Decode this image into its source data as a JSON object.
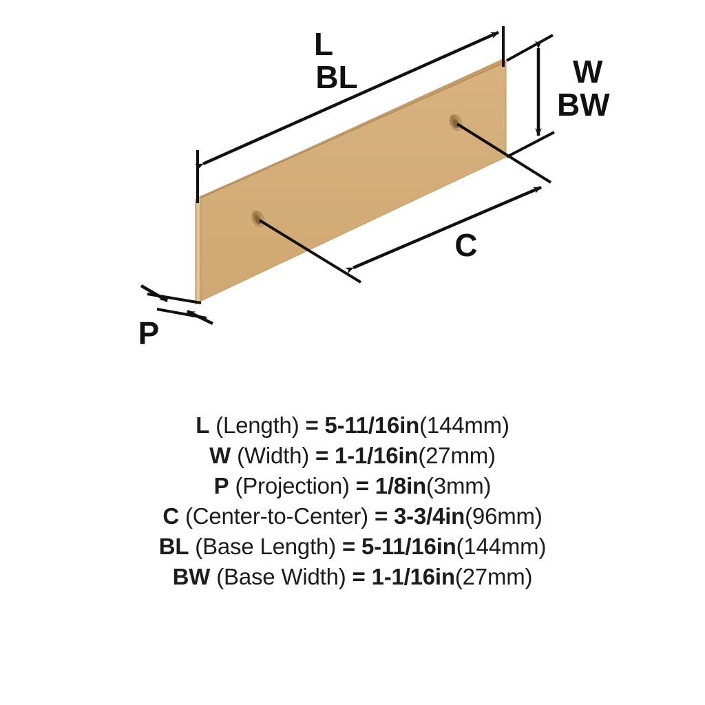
{
  "diagram": {
    "title": "Cabinet pull backplate dimension diagram",
    "part_color_face": "#d3ac78",
    "part_color_edge_light": "#e3c79b",
    "part_color_edge_dark": "#bd9760",
    "line_color": "#111111",
    "background": "#ffffff",
    "callouts": [
      {
        "id": "L",
        "label": "L",
        "name": "length-callout"
      },
      {
        "id": "BL",
        "label": "BL",
        "name": "base-length-callout"
      },
      {
        "id": "W",
        "label": "W",
        "name": "width-callout"
      },
      {
        "id": "BW",
        "label": "BW",
        "name": "base-width-callout"
      },
      {
        "id": "C",
        "label": "C",
        "name": "center-to-center-callout"
      },
      {
        "id": "P",
        "label": "P",
        "name": "projection-callout"
      }
    ]
  },
  "legend": {
    "rows": [
      {
        "code": "L",
        "name": "(Length)",
        "eq": "=",
        "value": "5-11/16in",
        "metric": "(144mm)"
      },
      {
        "code": "W",
        "name": "(Width)",
        "eq": "=",
        "value": "1-1/16in",
        "metric": "(27mm)"
      },
      {
        "code": "P",
        "name": "(Projection)",
        "eq": "=",
        "value": "1/8in",
        "metric": "(3mm)"
      },
      {
        "code": "C",
        "name": "(Center-to-Center)",
        "eq": "=",
        "value": "3-3/4in",
        "metric": "(96mm)"
      },
      {
        "code": "BL",
        "name": "(Base Length)",
        "eq": "=",
        "value": "5-11/16in",
        "metric": "(144mm)"
      },
      {
        "code": "BW",
        "name": "(Base Width)",
        "eq": "=",
        "value": "1-1/16in",
        "metric": "(27mm)"
      }
    ]
  }
}
